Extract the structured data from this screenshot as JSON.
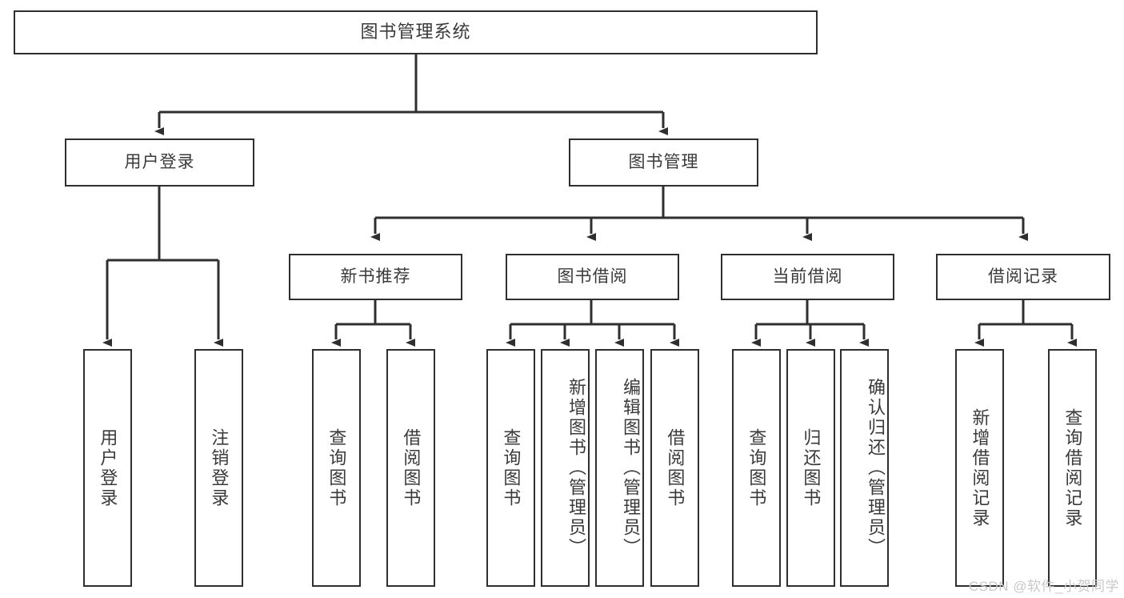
{
  "diagram": {
    "title": "图书管理系统",
    "watermark": "CSDN @软件_小贺同学",
    "colors": {
      "box_border": "#2f2f2f",
      "box_fill": "#ffffff",
      "edge": "#2f2f2f",
      "text": "#3a3a3a",
      "watermark": "#c9c9c9"
    },
    "levels": {
      "root": "图书管理系统",
      "level2": [
        "用户登录",
        "图书管理"
      ],
      "level3": [
        "新书推荐",
        "图书借阅",
        "当前借阅",
        "借阅记录"
      ]
    },
    "nodes": {
      "root": {
        "label": "图书管理系统"
      },
      "user_login": {
        "label": "用户登录"
      },
      "book_manage": {
        "label": "图书管理"
      },
      "new_book_rec": {
        "label": "新书推荐"
      },
      "book_borrow": {
        "label": "图书借阅"
      },
      "current_borrow": {
        "label": "当前借阅"
      },
      "borrow_record": {
        "label": "借阅记录"
      }
    },
    "leaves": {
      "user_login": [
        {
          "label": "用户登录"
        },
        {
          "label": "注销登录"
        }
      ],
      "new_book_rec": [
        {
          "label": "查询图书"
        },
        {
          "label": "借阅图书"
        }
      ],
      "book_borrow": [
        {
          "label": "查询图书"
        },
        {
          "label": "新增图书（管理员）"
        },
        {
          "label": "编辑图书（管理员）"
        },
        {
          "label": "借阅图书"
        }
      ],
      "current_borrow": [
        {
          "label": "查询图书"
        },
        {
          "label": "归还图书"
        },
        {
          "label": "确认归还（管理员）"
        }
      ],
      "borrow_record": [
        {
          "label": "新增借阅记录"
        },
        {
          "label": "查询借阅记录"
        }
      ]
    }
  }
}
